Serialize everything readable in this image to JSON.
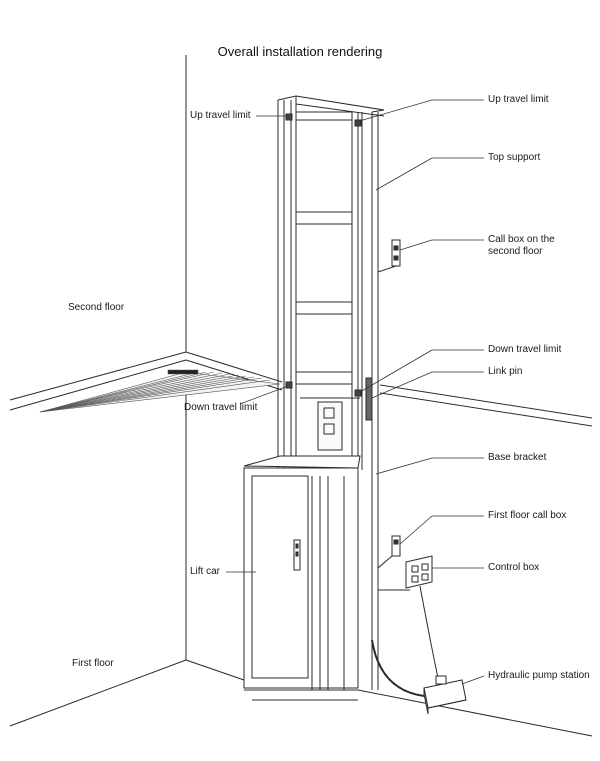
{
  "title": "Overall installation rendering",
  "labels": {
    "up_travel_limit_left": "Up travel limit",
    "up_travel_limit_right": "Up travel limit",
    "top_support": "Top support",
    "call_box_second_floor": "Call box on the second floor",
    "second_floor": "Second floor",
    "down_travel_limit_right": "Down travel limit",
    "link_pin": "Link pin",
    "down_travel_limit_left": "Down travel limit",
    "base_bracket": "Base bracket",
    "first_floor_call_box": "First floor call box",
    "control_box": "Control box",
    "lift_car": "Lift car",
    "first_floor": "First floor",
    "hydraulic_pump_station": "Hydraulic pump station"
  },
  "colors": {
    "line": "#2b2b2b",
    "light_line": "#8a8a8a",
    "text": "#1a1a1a"
  }
}
